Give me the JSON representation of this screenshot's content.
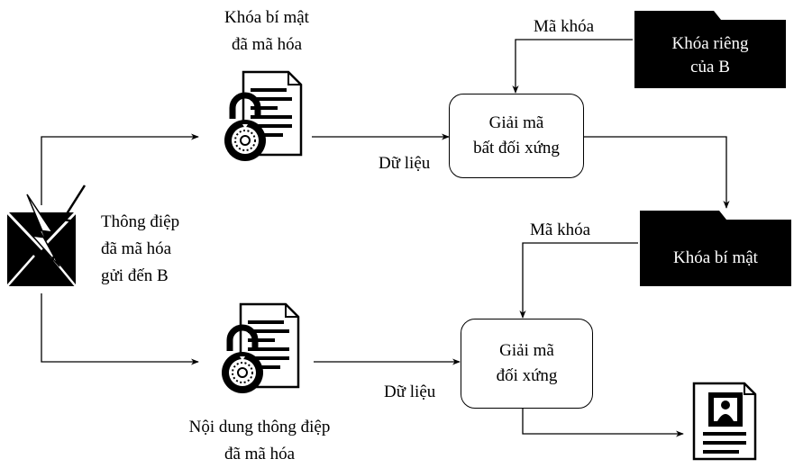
{
  "labels": {
    "encrypted_secret_key_line1": "Khóa bí mật",
    "encrypted_secret_key_line2": "đã mã hóa",
    "key_label_top": "Mã khóa",
    "key_label_bottom": "Mã khóa",
    "data_label_top": "Dữ liệu",
    "data_label_bottom": "Dữ liệu",
    "message_line1": "Thông điệp",
    "message_line2": "đã mã hóa",
    "message_line3": "gửi đến B",
    "encrypted_content_line1": "Nội dung thông điệp",
    "encrypted_content_line2": "đã mã hóa"
  },
  "boxes": {
    "asymmetric_decrypt": {
      "line1": "Giải mã",
      "line2": "bất đối xứng"
    },
    "symmetric_decrypt": {
      "line1": "Giải mã",
      "line2": "đối xứng"
    }
  },
  "folders": {
    "private_key_b": {
      "line1": "Khóa riêng",
      "line2": "của B"
    },
    "secret_key": {
      "line1": "Khóa bí mật"
    }
  },
  "colors": {
    "ink": "#000000",
    "folder_fill": "#000000",
    "folder_text": "#ffffff"
  }
}
